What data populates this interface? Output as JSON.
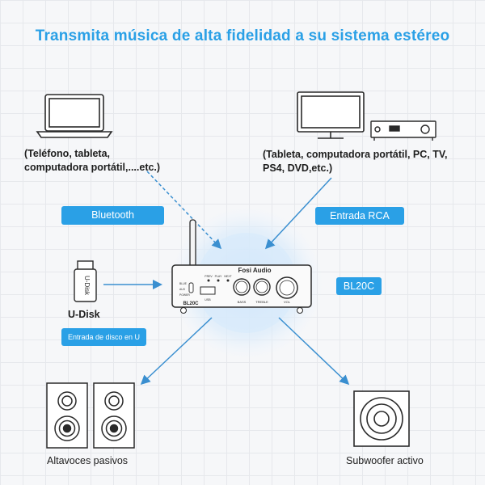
{
  "title": "Transmita música de alta fidelidad a su sistema estéreo",
  "left_source": {
    "line1": "(Teléfono, tableta,",
    "line2": "computadora portátil,....etc.)",
    "badge": "Bluetooth"
  },
  "right_source": {
    "line1": "(Tableta, computadora portátil, PC, TV,",
    "line2": "PS4, DVD,etc.)",
    "badge": "Entrada RCA"
  },
  "udisk": {
    "stick_text": "U-Disk",
    "label": "U-Disk",
    "badge": "Entrada de disco en U"
  },
  "amplifier": {
    "brand": "Fosi Audio",
    "model_badge": "BL20C",
    "model_print": "BL20C",
    "tags": [
      "PREV",
      "PLAY",
      "NEXT"
    ],
    "mode_labels": [
      "BLUE",
      "AUX",
      "POWER"
    ],
    "usb_label": "USB",
    "knob_labels": [
      "BASS",
      "TREBLE",
      "VOL"
    ]
  },
  "outputs": {
    "speakers": "Altavoces pasivos",
    "subwoofer": "Subwoofer activo"
  },
  "colors": {
    "accent": "#2aa0e6",
    "line": "#3a8fd0",
    "glow": "#cfe6fa"
  }
}
